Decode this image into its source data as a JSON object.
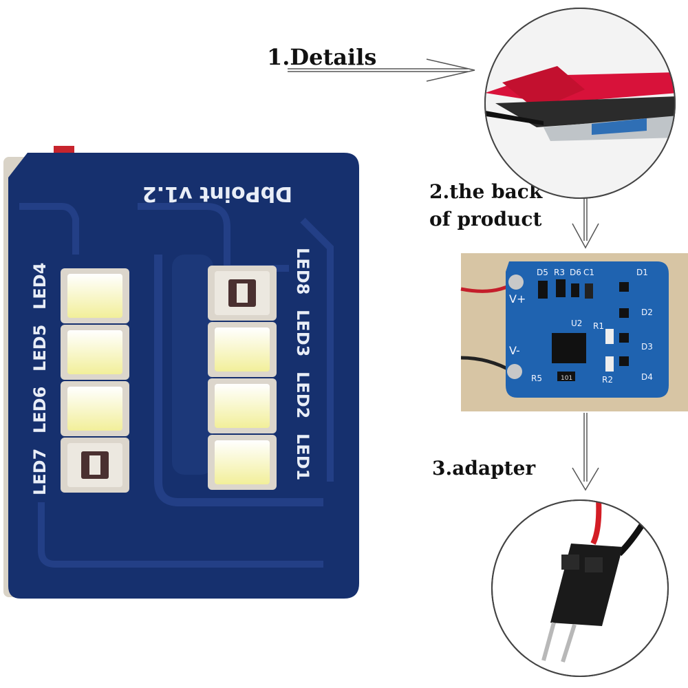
{
  "captions": {
    "step1": "1.Details",
    "step2_line1": "2.the back",
    "step2_line2": "of product",
    "step3": "3.adapter"
  },
  "board_front": {
    "title": "DbPoint v1.2",
    "led_labels_left": [
      "LED4",
      "LED5",
      "LED6",
      "LED7"
    ],
    "led_labels_right": [
      "LED8",
      "LED3",
      "LED2",
      "LED1"
    ]
  },
  "board_back": {
    "labels": [
      "V+",
      "V-",
      "D5",
      "R3",
      "D6",
      "C1",
      "D1",
      "D2",
      "D3",
      "D4",
      "U2",
      "R1",
      "R2",
      "R5",
      "101"
    ]
  },
  "colors": {
    "pcb_blue": "#16306e",
    "led_white": "#f7f4b8",
    "caption": "#111111"
  }
}
